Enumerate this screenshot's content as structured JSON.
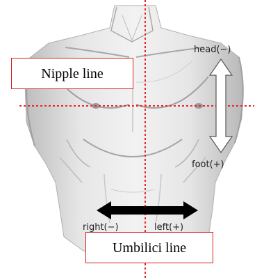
{
  "labels": {
    "nipple_line": "Nipple line",
    "umbilici_line": "Umbilici line",
    "head": "head(−)",
    "foot": "foot(+)",
    "right": "right(−)",
    "left": "left(+)"
  },
  "colors": {
    "guide_line": "#e8262a",
    "label_border": "#d42020",
    "arrow_fill": "#000000",
    "vertical_arrow_fill": "#ffffff"
  }
}
